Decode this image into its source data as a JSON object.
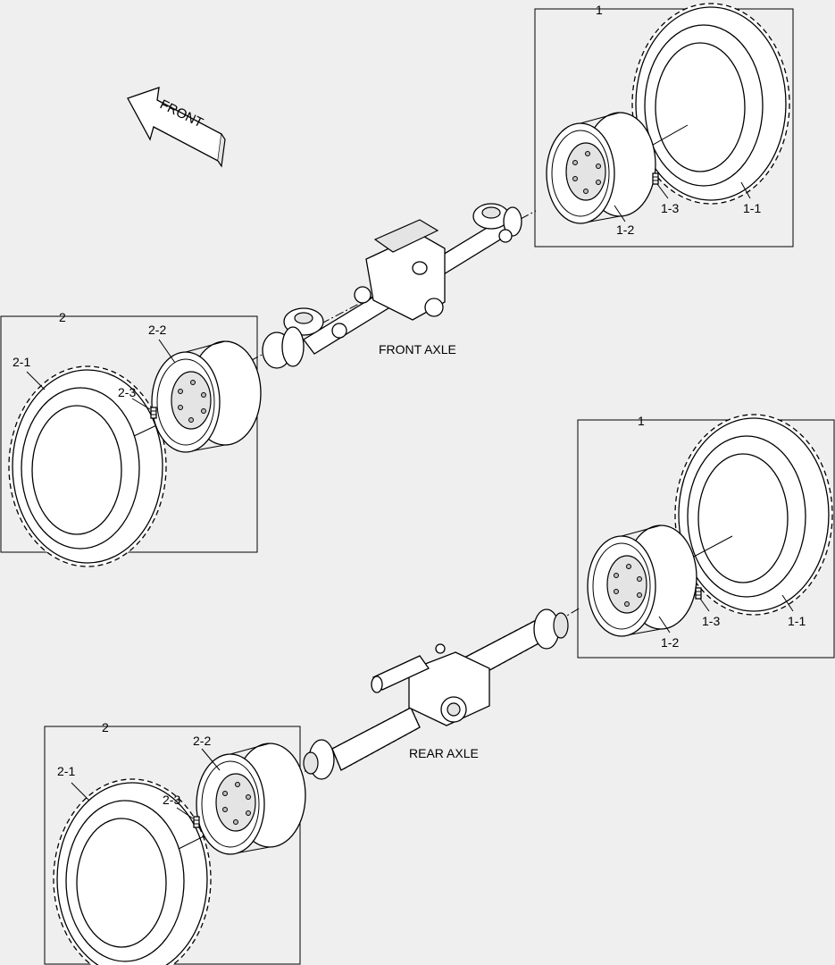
{
  "front_indicator": "FRONT",
  "axles": {
    "front": {
      "label": "FRONT AXLE",
      "right_group": {
        "number": "1",
        "tire": "1-1",
        "rim": "1-2",
        "valve": "1-3"
      },
      "left_group": {
        "number": "2",
        "tire": "2-1",
        "rim": "2-2",
        "valve": "2-3"
      }
    },
    "rear": {
      "label": "REAR AXLE",
      "right_group": {
        "number": "1",
        "tire": "1-1",
        "rim": "1-2",
        "valve": "1-3"
      },
      "left_group": {
        "number": "2",
        "tire": "2-1",
        "rim": "2-2",
        "valve": "2-3"
      }
    }
  },
  "colors": {
    "background": "#efefef",
    "line": "#000000",
    "part_fill": "#ffffff"
  }
}
